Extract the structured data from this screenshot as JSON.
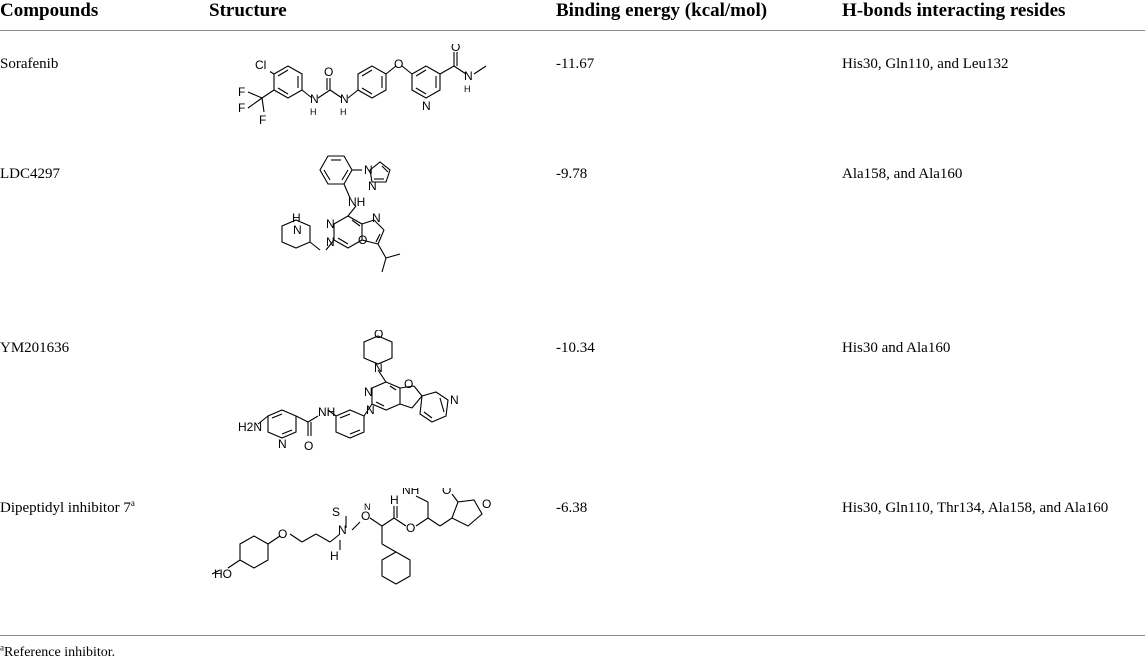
{
  "table": {
    "headers": [
      "Compounds",
      "Structure",
      "Binding energy (kcal/mol)",
      "H-bonds interacting resides"
    ],
    "rows": [
      {
        "compound": "Sorafenib",
        "structure_icon": "sorafenib-structure",
        "energy": "-11.67",
        "hbonds": "His30, Gln110, and Leu132"
      },
      {
        "compound": "LDC4297",
        "structure_icon": "ldc4297-structure",
        "energy": "-9.78",
        "hbonds": "Ala158, and Ala160"
      },
      {
        "compound": "YM201636",
        "structure_icon": "ym201636-structure",
        "energy": "-10.34",
        "hbonds": "His30 and Ala160"
      },
      {
        "compound": "Dipeptidyl inhibitor 7",
        "compound_sup": "a",
        "structure_icon": "dipeptidyl-structure",
        "energy": "-6.38",
        "hbonds": "His30, Gln110, Thr134, Ala158, and Ala160"
      }
    ]
  },
  "structure_labels": {
    "sorafenib": [
      "Cl",
      "F",
      "F",
      "F",
      "N",
      "H",
      "N",
      "H",
      "O",
      "O",
      "O",
      "N",
      "N",
      "H"
    ],
    "ldc4297": [
      "N",
      "N",
      "NH",
      "H",
      "N",
      "N",
      "N",
      "N",
      "O"
    ],
    "ym201636": [
      "O",
      "N",
      "N",
      "N",
      "O",
      "N",
      "H2N",
      "N",
      "NH",
      "O"
    ],
    "dipeptidyl": [
      "HO",
      "O",
      "NH",
      "O",
      "O",
      "S",
      "N",
      "H",
      "O",
      "N",
      "H",
      "O"
    ]
  },
  "footnote": {
    "sup": "a",
    "text": "Reference inhibitor."
  }
}
